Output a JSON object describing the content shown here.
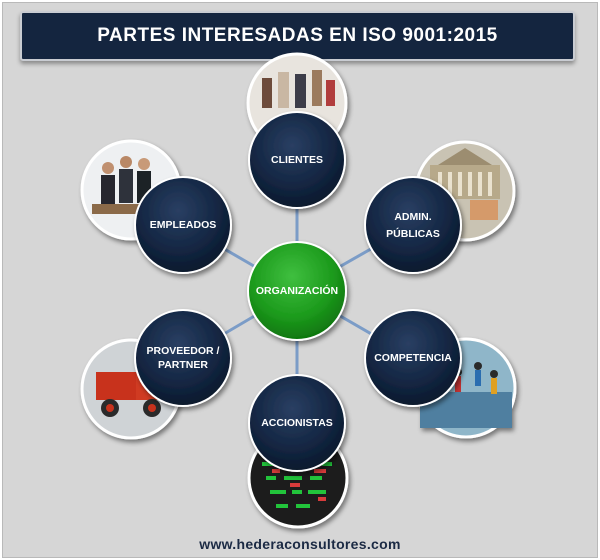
{
  "title": "PARTES INTERESADAS EN ISO 9001:2015",
  "center": {
    "label": "ORGANIZACIÓN",
    "color": "#1f9a1f"
  },
  "nodes": [
    {
      "label": "CLIENTES",
      "photo": "shopping-crowd"
    },
    {
      "label": "ADMIN.",
      "label2": "PÚBLICAS",
      "photo": "government-building"
    },
    {
      "label": "COMPETENCIA",
      "photo": "track-race"
    },
    {
      "label": "ACCIONISTAS",
      "photo": "stock-ticker-board"
    },
    {
      "label": "PROVEEDOR /",
      "label2": "PARTNER",
      "photo": "red-vintage-truck"
    },
    {
      "label": "EMPLEADOS",
      "photo": "office-team"
    }
  ],
  "footer": "www.hederaconsultores.com",
  "colors": {
    "title_bg": "#14253f",
    "node_bg": "#0f1f38",
    "connector": "#7b9cc7",
    "panel": "#d6d6d6"
  }
}
